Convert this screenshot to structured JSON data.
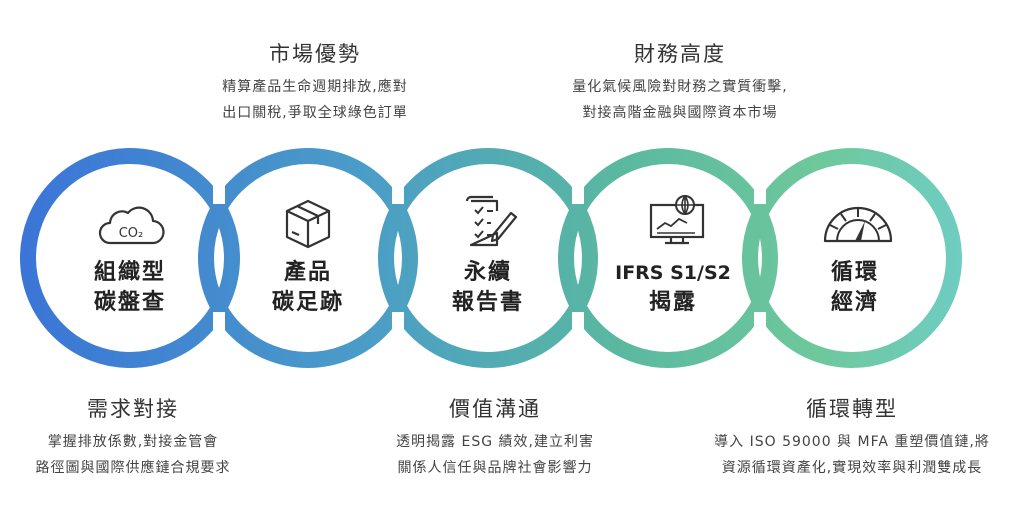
{
  "circles": [
    {
      "line1": "組織型",
      "line2": "碳盤查",
      "icon": "co2-cloud-icon",
      "color": "#3f7fd6"
    },
    {
      "line1": "產品",
      "line2": "碳足跡",
      "icon": "box-icon",
      "color": "#4c9bc9"
    },
    {
      "line1": "永續",
      "line2": "報告書",
      "icon": "checklist-pen-icon",
      "color": "#4fb0aa"
    },
    {
      "line1": "IFRS S1/S2",
      "line2": "揭露",
      "icon": "monitor-globe-icon",
      "color": "#5cc09a"
    },
    {
      "line1": "循環",
      "line2": "經濟",
      "icon": "gauge-icon",
      "color": "#62c8c6"
    }
  ],
  "top_captions": [
    {
      "title": "市場優勢",
      "lines": [
        "精算產品生命週期排放,應對",
        "出口關稅,爭取全球綠色訂單"
      ]
    },
    {
      "title": "財務高度",
      "lines": [
        "量化氣候風險對財務之實質衝擊,",
        "對接高階金融與國際資本市場"
      ]
    }
  ],
  "bottom_captions": [
    {
      "title": "需求對接",
      "lines": [
        "掌握排放係數,對接金管會",
        "路徑圖與國際供應鏈合規要求"
      ]
    },
    {
      "title": "價值溝通",
      "lines": [
        "透明揭露 ESG 績效,建立利害",
        "關係人信任與品牌社會影響力"
      ]
    },
    {
      "title": "循環轉型",
      "lines": [
        "導入 ISO 59000 與 MFA 重塑價值鏈,將",
        "資源循環資產化,實現效率與利潤雙成長"
      ]
    }
  ],
  "icon_text": {
    "co2": "CO₂"
  }
}
